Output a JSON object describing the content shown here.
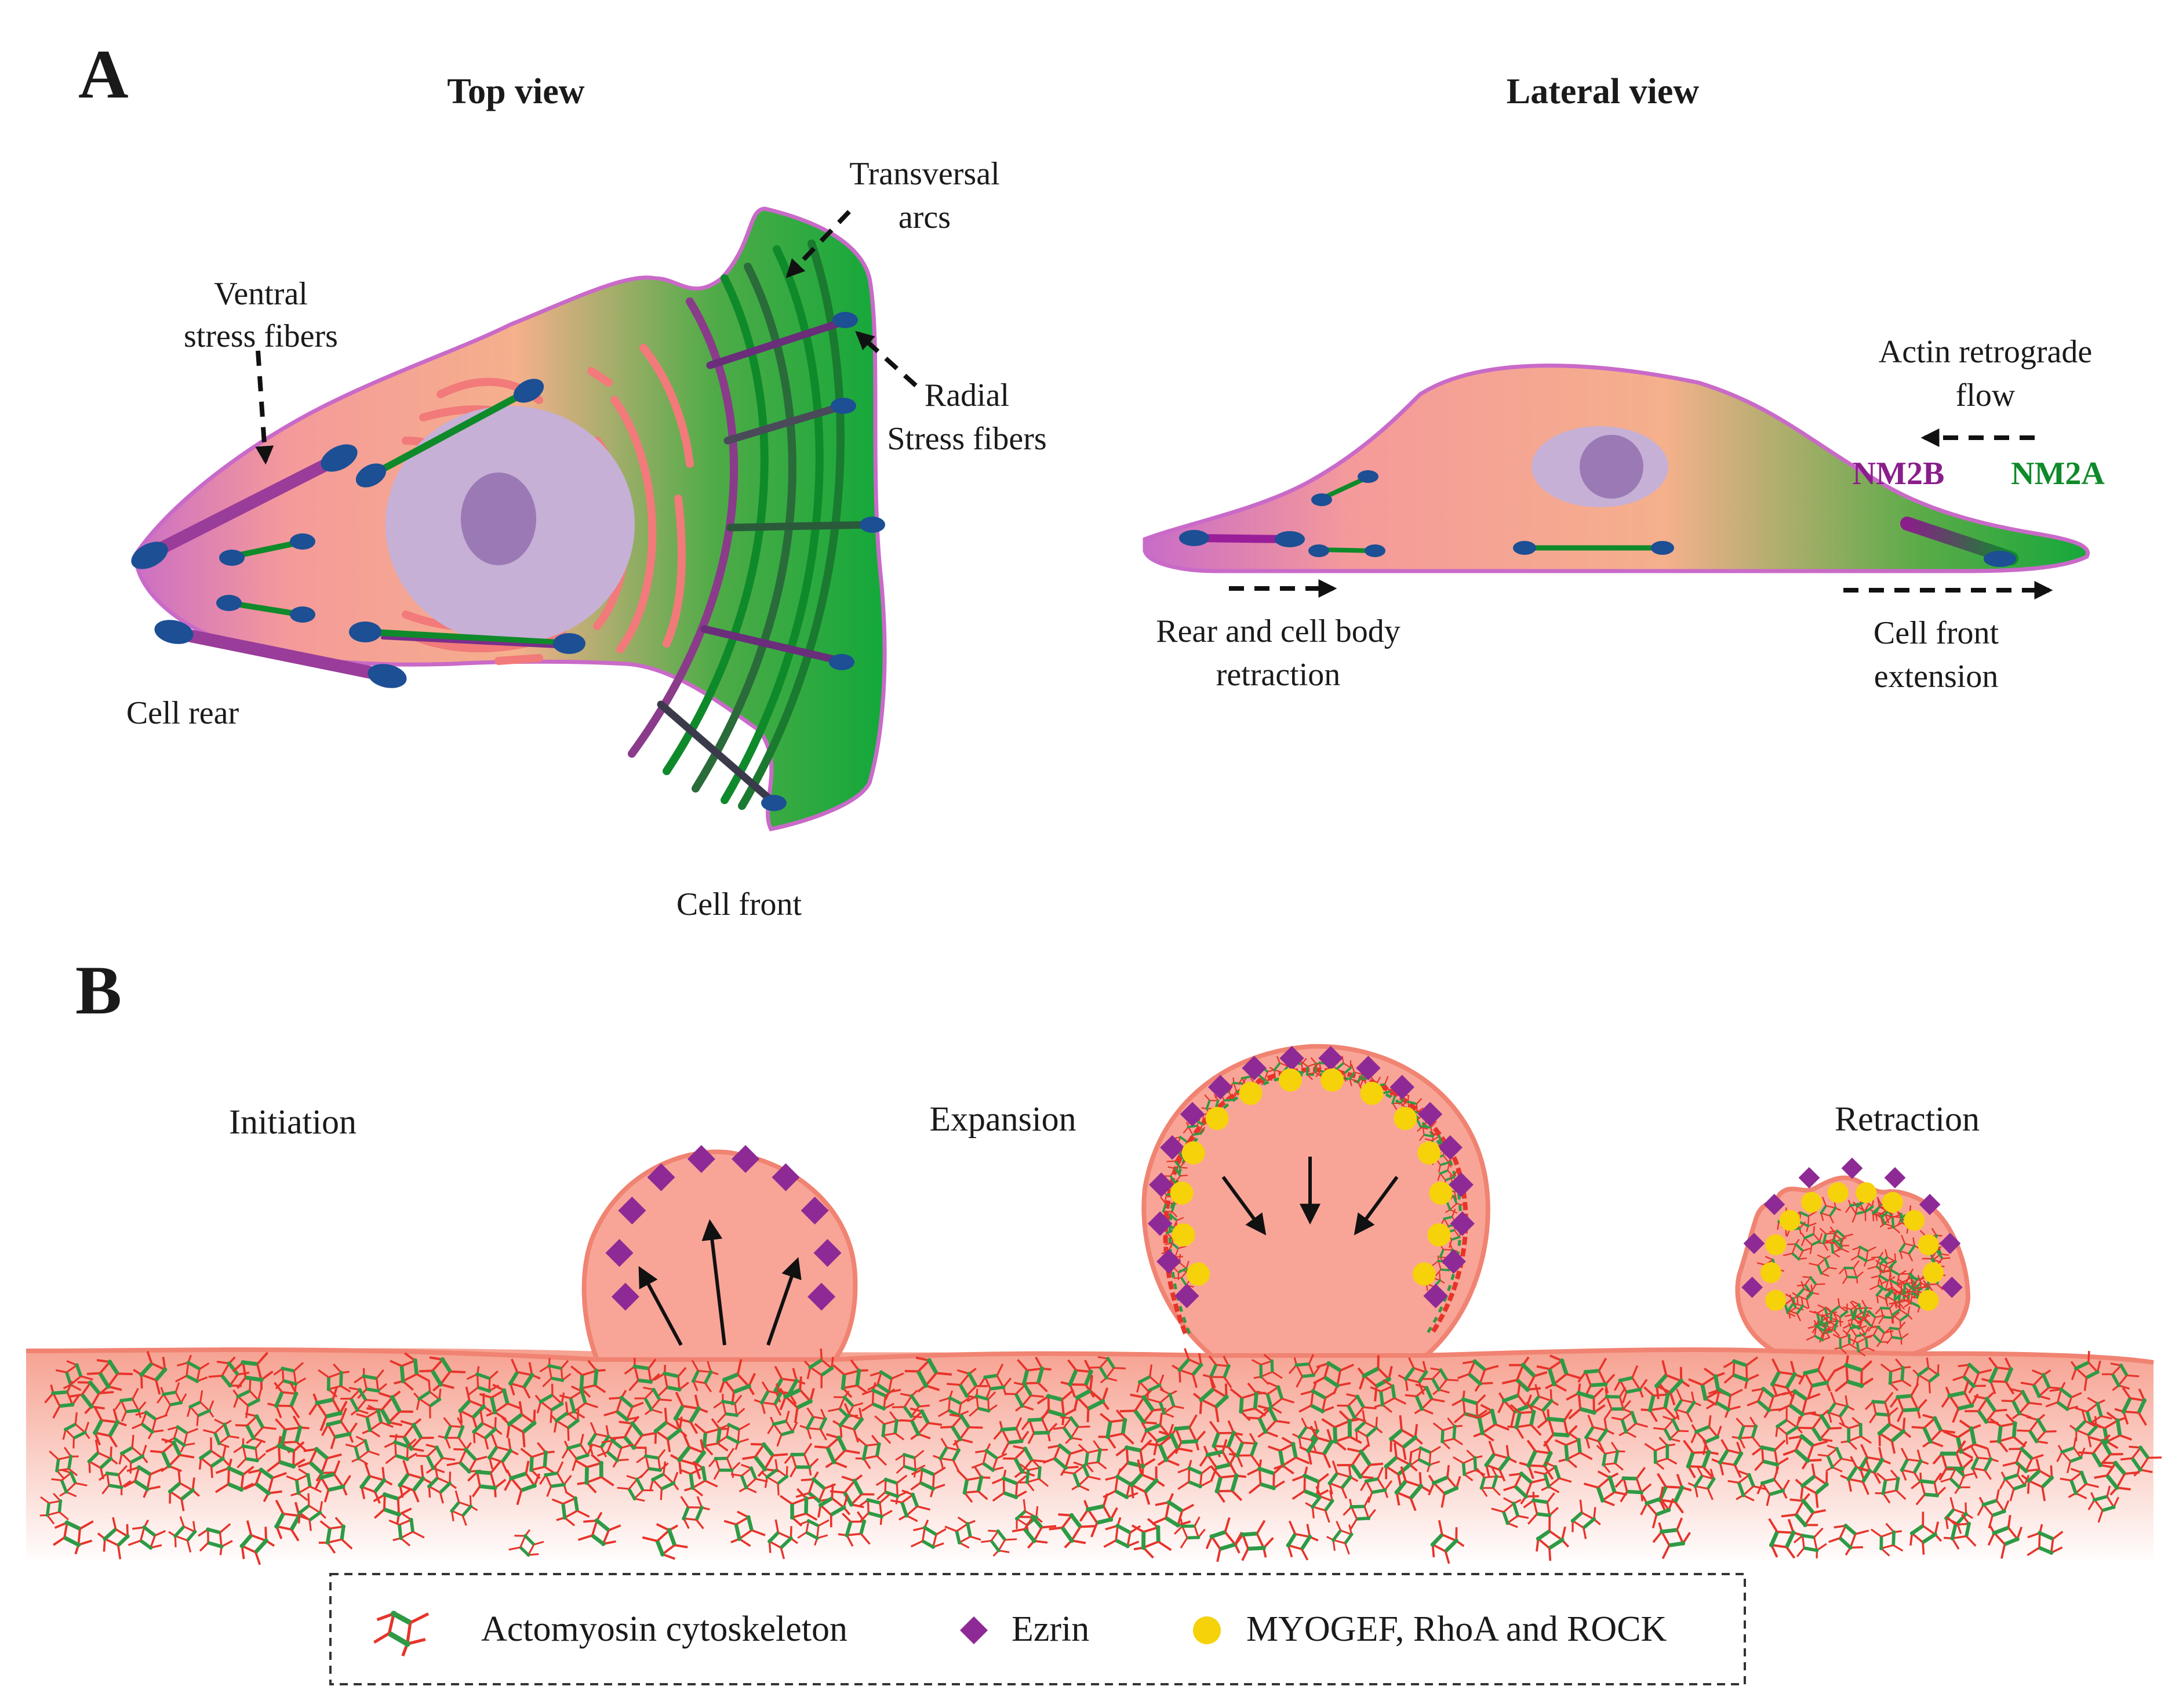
{
  "panel_a": {
    "letter": "A",
    "top_view": {
      "title": "Top view",
      "labels": {
        "ventral_1": "Ventral",
        "ventral_2": "stress fibers",
        "transversal_1": "Transversal",
        "transversal_2": "arcs",
        "radial_1": "Radial",
        "radial_2": "Stress fibers",
        "cell_rear": "Cell rear",
        "cell_front": "Cell front"
      }
    },
    "lateral_view": {
      "title": "Lateral view",
      "labels": {
        "retro_1": "Actin retrograde",
        "retro_2": "flow",
        "nm2b": "NM2B",
        "nm2a": "NM2A",
        "rear_1": "Rear and cell body",
        "rear_2": "retraction",
        "front_1": "Cell front",
        "front_2": "extension"
      }
    }
  },
  "panel_b": {
    "letter": "B",
    "stages": {
      "initiation": "Initiation",
      "expansion": "Expansion",
      "retraction": "Retraction"
    },
    "legend": {
      "actomyosin": "Actomyosin cytoskeleton",
      "ezrin": "Ezrin",
      "myogef": "MYOGEF, RhoA and ROCK"
    }
  },
  "colors": {
    "rear_magenta": "#c86bc8",
    "cell_pink": "#f59a9a",
    "cell_peach": "#f5b08c",
    "front_green": "#1aa83c",
    "nucleus": "#c6b0d6",
    "nucleolus": "#9b79b5",
    "er": "#f27a7a",
    "nm2b": "#8a1e8a",
    "nm2a": "#0f8a2a",
    "adhesion": "#1c4f94",
    "actin_red": "#e8332a",
    "myosin_green": "#2e9a45",
    "ezrin": "#8e2a96",
    "myogef": "#f5d20a",
    "bleb": "#f8a597"
  }
}
